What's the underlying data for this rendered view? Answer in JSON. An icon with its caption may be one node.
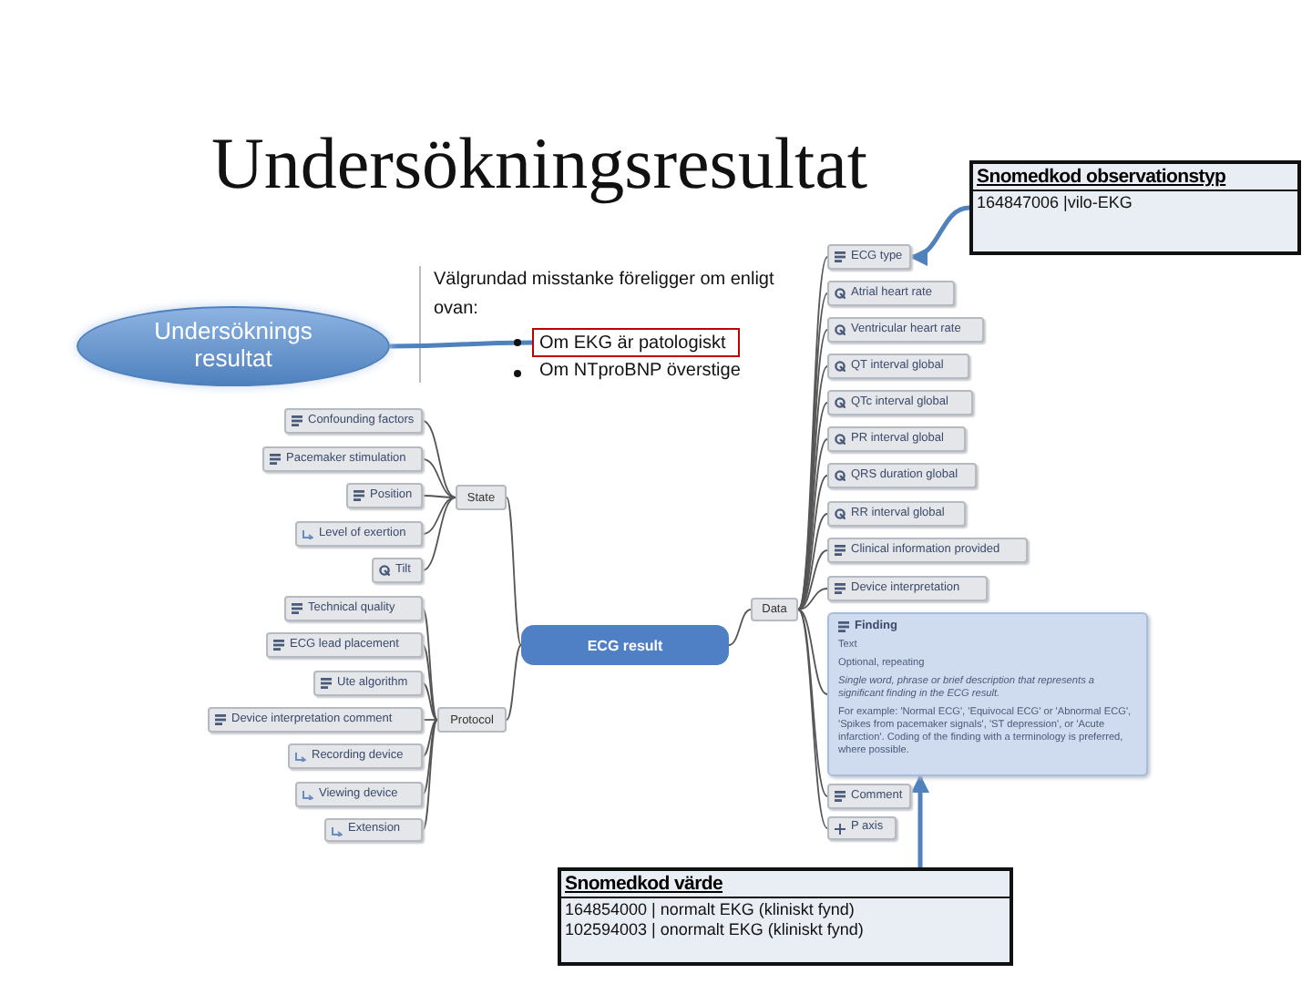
{
  "diagram": {
    "title": "Undersökningsresultat",
    "nodes": [
      {
        "text": [
          "Snomedkod observationstyp",
          "164847006 |vilo-EKG"
        ]
      },
      {
        "text": [
          "Undersöknings resultat"
        ]
      },
      {
        "text": [
          "Om EKG är patologiskt"
        ]
      },
      {
        "text": [
          "ECG result"
        ]
      },
      {
        "text": [
          "State"
        ]
      },
      {
        "text": [
          "Protocol"
        ]
      },
      {
        "text": [
          "Data"
        ]
      },
      {
        "text": [
          "Confounding factors"
        ]
      },
      {
        "text": [
          "Pacemaker stimulation"
        ]
      },
      {
        "text": [
          "Position"
        ]
      },
      {
        "text": [
          "Level of exertion"
        ]
      },
      {
        "text": [
          "Tilt"
        ]
      },
      {
        "text": [
          "Technical quality"
        ]
      },
      {
        "text": [
          "ECG lead placement"
        ]
      },
      {
        "text": [
          "Ute algorithm"
        ]
      },
      {
        "text": [
          "Device interpretation comment"
        ]
      },
      {
        "text": [
          "Recording device"
        ]
      },
      {
        "text": [
          "Viewing device"
        ]
      },
      {
        "text": [
          "Extension"
        ]
      },
      {
        "text": [
          "ECG type"
        ]
      },
      {
        "text": [
          "Atrial heart rate"
        ]
      },
      {
        "text": [
          "Ventricular heart rate"
        ]
      },
      {
        "text": [
          "QT interval global"
        ]
      },
      {
        "text": [
          "QTc interval global"
        ]
      },
      {
        "text": [
          "PR interval global"
        ]
      },
      {
        "text": [
          "QRS duration global"
        ]
      },
      {
        "text": [
          "RR interval global"
        ]
      },
      {
        "text": [
          "Clinical information provided"
        ]
      },
      {
        "text": [
          "Device interpretation"
        ]
      },
      {
        "text": [
          "Finding",
          "Text",
          "Optional, repeating",
          "Single word, phrase or brief description that represents a significant finding in the ECG result.",
          "For example: 'Normal ECG', 'Equivocal ECG' or 'Abnormal ECG', 'Spikes from pacemaker signals', 'ST depression', or 'Acute infarction'. Coding of the finding with a terminology is preferred, where possible."
        ]
      },
      {
        "text": [
          "Comment"
        ]
      },
      {
        "text": [
          "P axis"
        ]
      },
      {
        "text": [
          "Snomedkod värde",
          "164854000 | normalt EKG (kliniskt fynd)",
          "102594003 | onormalt EKG (kliniskt fynd)"
        ]
      }
    ],
    "edges": [
      {
        "from": 0,
        "to": 19,
        "arrow": "to",
        "style": "thick",
        "color": "#4f81bd"
      },
      {
        "from": 32,
        "to": 29,
        "arrow": "to",
        "style": "thick",
        "color": "#4f81bd"
      },
      {
        "from": 1,
        "to": 2,
        "arrow": "none",
        "style": "thick",
        "color": "#4f81bd"
      },
      {
        "from": 3,
        "to": 4,
        "arrow": "none"
      },
      {
        "from": 3,
        "to": 5,
        "arrow": "none"
      },
      {
        "from": 3,
        "to": 6,
        "arrow": "none"
      },
      {
        "from": 4,
        "to": 7,
        "arrow": "none"
      },
      {
        "from": 4,
        "to": 8,
        "arrow": "none"
      },
      {
        "from": 4,
        "to": 9,
        "arrow": "none"
      },
      {
        "from": 4,
        "to": 10,
        "arrow": "none"
      },
      {
        "from": 4,
        "to": 11,
        "arrow": "none"
      },
      {
        "from": 5,
        "to": 12,
        "arrow": "none"
      },
      {
        "from": 5,
        "to": 13,
        "arrow": "none"
      },
      {
        "from": 5,
        "to": 14,
        "arrow": "none"
      },
      {
        "from": 5,
        "to": 15,
        "arrow": "none"
      },
      {
        "from": 5,
        "to": 16,
        "arrow": "none"
      },
      {
        "from": 5,
        "to": 17,
        "arrow": "none"
      },
      {
        "from": 5,
        "to": 18,
        "arrow": "none"
      },
      {
        "from": 6,
        "to": 19,
        "arrow": "none"
      },
      {
        "from": 6,
        "to": 20,
        "arrow": "none"
      },
      {
        "from": 6,
        "to": 21,
        "arrow": "none"
      },
      {
        "from": 6,
        "to": 22,
        "arrow": "none"
      },
      {
        "from": 6,
        "to": 23,
        "arrow": "none"
      },
      {
        "from": 6,
        "to": 24,
        "arrow": "none"
      },
      {
        "from": 6,
        "to": 25,
        "arrow": "none"
      },
      {
        "from": 6,
        "to": 26,
        "arrow": "none"
      },
      {
        "from": 6,
        "to": 27,
        "arrow": "none"
      },
      {
        "from": 6,
        "to": 28,
        "arrow": "none"
      },
      {
        "from": 6,
        "to": 29,
        "arrow": "none"
      },
      {
        "from": 6,
        "to": 30,
        "arrow": "none"
      },
      {
        "from": 6,
        "to": 31,
        "arrow": "none"
      }
    ],
    "labels": [
      "Välgrundad misstanke föreligger om enligt ovan:",
      "Om NTproBNP överstige"
    ]
  }
}
